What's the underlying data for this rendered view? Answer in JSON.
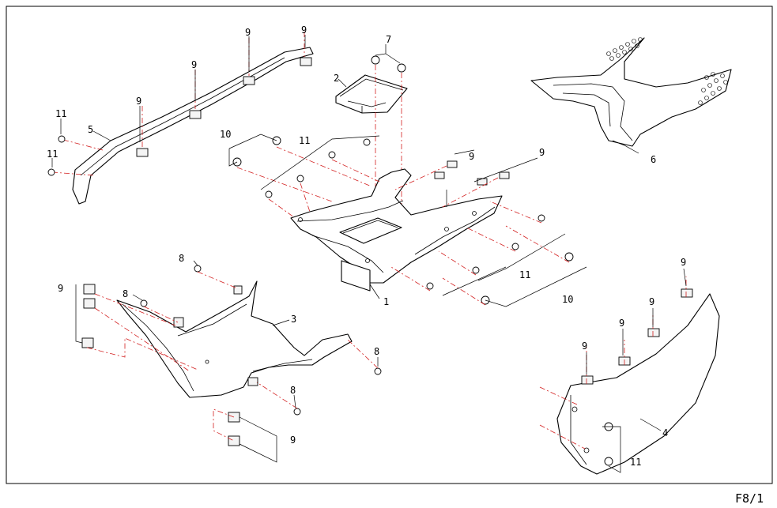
{
  "sheet_code": "F8/1",
  "callouts": {
    "c1": "1",
    "c2": "2",
    "c3": "3",
    "c4": "4",
    "c5": "5",
    "c6": "6",
    "c7": "7",
    "c8": "8",
    "c9": "9",
    "c10": "10",
    "c11": "11"
  }
}
